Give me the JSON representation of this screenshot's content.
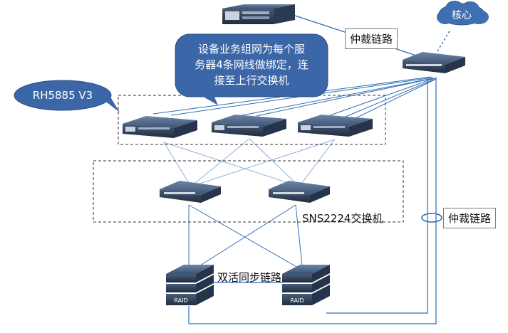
{
  "labels": {
    "core": "核心",
    "arbitration_top": "仲裁链路",
    "arbitration_right": "仲裁链路",
    "server_model": "RH5885 V3",
    "callout_line1": "设备业务组网为每个服",
    "callout_line2": "务器4条网线做绑定，连",
    "callout_line3": "接至上行交换机",
    "switch_model": "SNS2224交换机",
    "sync_link": "双活同步链路",
    "raid_left": "RAID",
    "raid_right": "RAID"
  },
  "colors": {
    "link_blue": "#2e6fb5",
    "cross_blue": "#8fb1d9",
    "callout_fill": "#3b66a8",
    "cloud_fill": "#3f6fb0",
    "device_top": "#4f6a8a",
    "device_front": "#2f3f58"
  }
}
